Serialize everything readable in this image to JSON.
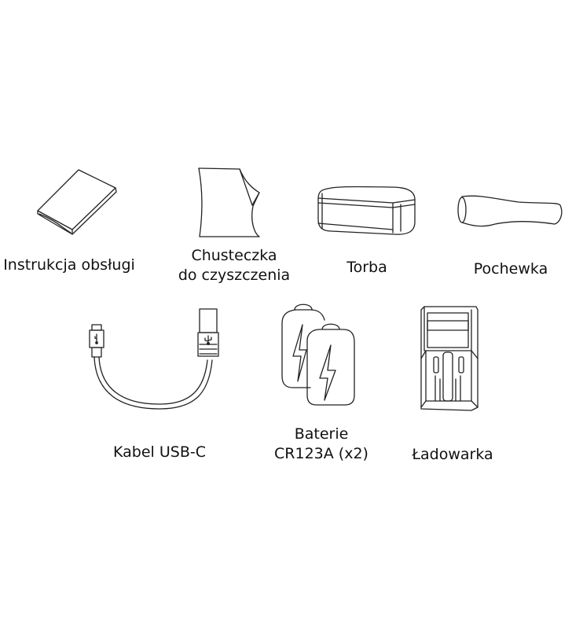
{
  "items": [
    {
      "label": "Instrukcja obsługi",
      "icon": "manual-icon"
    },
    {
      "label_line1": "Chusteczka",
      "label_line2": "do czyszczenia",
      "icon": "cloth-icon"
    },
    {
      "label": "Torba",
      "icon": "bag-icon"
    },
    {
      "label": "Pochewka",
      "icon": "pouch-icon"
    },
    {
      "label": "Kabel USB-C",
      "icon": "usb-cable-icon"
    },
    {
      "label_line1": "Baterie",
      "label_line2": "CR123A (x2)",
      "icon": "batteries-icon"
    },
    {
      "label": "Ładowarka",
      "icon": "charger-icon"
    }
  ]
}
